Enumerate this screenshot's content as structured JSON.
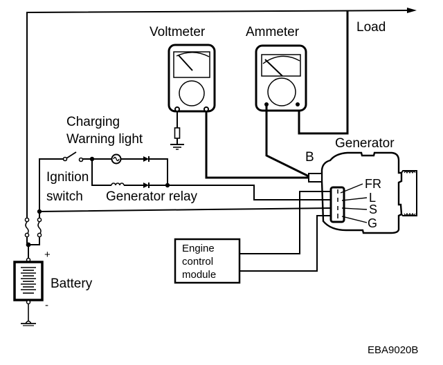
{
  "diagram": {
    "title": "Charging system voltage/current test circuit",
    "figure_code": "EBA9020B",
    "labels": {
      "voltmeter": "Voltmeter",
      "ammeter": "Ammeter",
      "load": "Load",
      "charging_line1": "Charging",
      "charging_line2": "Warning light",
      "ignition_line1": "Ignition",
      "ignition_line2": "switch",
      "generator_relay": "Generator relay",
      "generator": "Generator",
      "b_terminal": "B",
      "battery": "Battery",
      "battery_plus": "+",
      "battery_minus": "-",
      "ecm_line1": "Engine",
      "ecm_line2": "control",
      "ecm_line3": "module"
    },
    "connector_terminals": [
      {
        "name": "FR"
      },
      {
        "name": "L"
      },
      {
        "name": "S"
      },
      {
        "name": "G"
      }
    ]
  }
}
